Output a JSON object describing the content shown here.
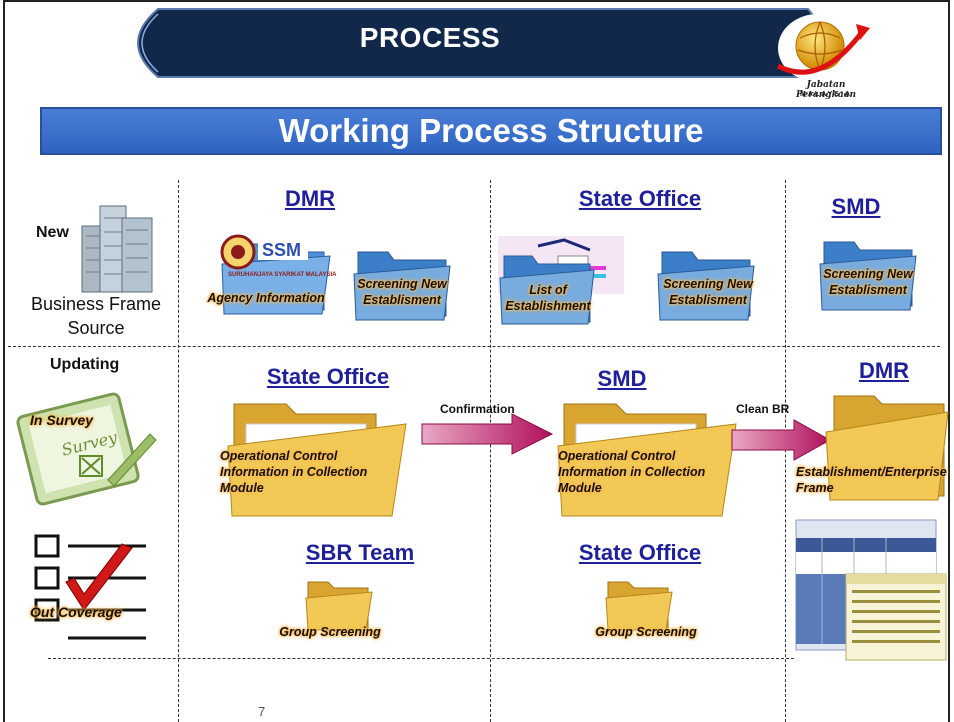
{
  "banner": {
    "title": "PROCESS"
  },
  "logo": {
    "line1": "Jabatan Perangkaan",
    "line2": "MALAYSIA"
  },
  "main_title": "Working Process Structure",
  "rows": {
    "new_label": "New",
    "source_label": "Business Frame Source",
    "updating_label": "Updating",
    "in_survey": {
      "caption": "In Survey",
      "icon_text": "Survey"
    },
    "out_coverage": {
      "caption": "Out Coverage"
    }
  },
  "new_row": {
    "dmr": {
      "header": "DMR",
      "agency_caption": "Agency Information",
      "agency_logo_text": "SSM",
      "agency_logo_sub": "SURUHANJAYA SYARIKAT MALAYSIA",
      "screening_caption": "Screening New Establisment"
    },
    "state": {
      "header": "State Office",
      "list_caption": "List of Establishment",
      "screening_caption": "Screening New Establisment"
    },
    "smd": {
      "header": "SMD",
      "screening_caption": "Screening New Establisment"
    }
  },
  "updating_row": {
    "state": {
      "header": "State Office",
      "caption": "Operational Control Information in Collection Module"
    },
    "arrow1": "Confirmation",
    "smd": {
      "header": "SMD",
      "caption": "Operational Control Information in Collection Module"
    },
    "arrow2": "Clean BR",
    "dmr": {
      "header": "DMR",
      "caption": "Establishment/Enterprise Frame"
    }
  },
  "out_row": {
    "sbr": {
      "header": "SBR Team",
      "caption": "Group Screening"
    },
    "state": {
      "header": "State Office",
      "caption": "Group Screening"
    }
  },
  "colors": {
    "banner": "#12284a",
    "title_bar": "#3a6fd0",
    "header_text": "#1f1f99",
    "arrow": "#b0105a",
    "folder": "#f1c24a",
    "folder_blue": "#5a95d8"
  },
  "page_number": "7"
}
